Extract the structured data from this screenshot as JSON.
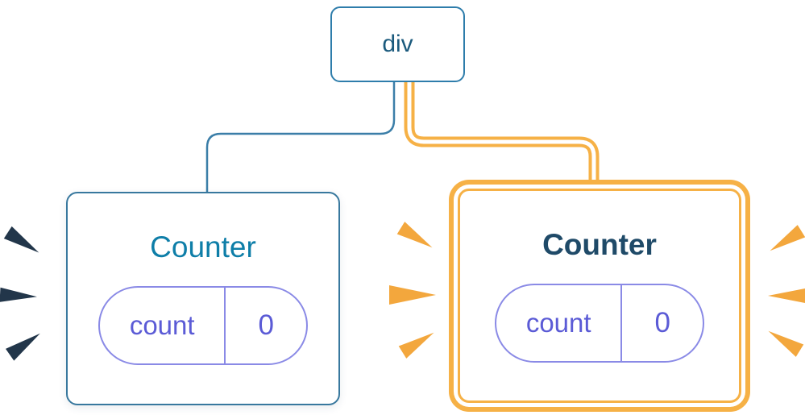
{
  "diagram": {
    "root": {
      "label": "div"
    },
    "children": [
      {
        "title": "Counter",
        "state": {
          "key": "count",
          "value": "0"
        },
        "highlighted": false
      },
      {
        "title": "Counter",
        "state": {
          "key": "count",
          "value": "0"
        },
        "highlighted": true
      }
    ]
  },
  "colors": {
    "page_bg": "#ffffff",
    "card_bg": "#ffffff",
    "node_border": "#2e7dab",
    "node_text": "#1b5a7d",
    "card_border": "#38789e",
    "title_blue": "#0e7ea8",
    "title_navy": "#1f4a68",
    "pill_border": "#8a8ae6",
    "pill_text": "#5b5bd6",
    "edge_blue": "#3b7ea8",
    "edge_orange": "#f6b146",
    "spark_orange": "#f3a73d",
    "spark_navy": "#22364a"
  }
}
